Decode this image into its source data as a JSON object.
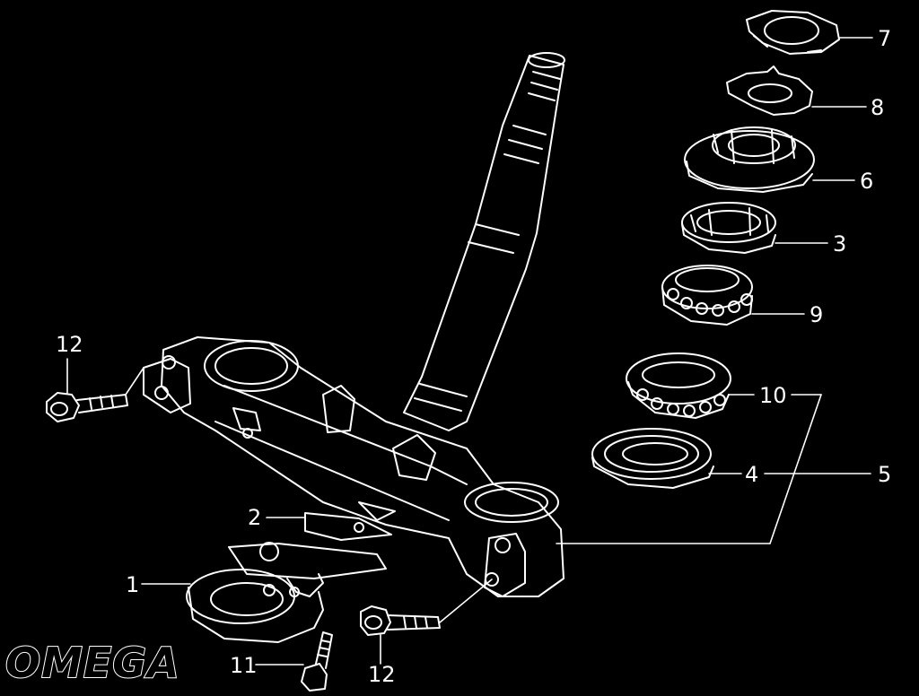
{
  "diagram": {
    "background_color": "#000000",
    "line_color": "#ffffff",
    "callouts": [
      {
        "id": "1",
        "label": "1"
      },
      {
        "id": "2",
        "label": "2"
      },
      {
        "id": "3",
        "label": "3"
      },
      {
        "id": "4",
        "label": "4"
      },
      {
        "id": "5",
        "label": "5"
      },
      {
        "id": "6",
        "label": "6"
      },
      {
        "id": "7",
        "label": "7"
      },
      {
        "id": "8",
        "label": "8"
      },
      {
        "id": "9",
        "label": "9"
      },
      {
        "id": "10",
        "label": "10"
      },
      {
        "id": "11",
        "label": "11"
      },
      {
        "id": "12a",
        "label": "12"
      },
      {
        "id": "12b",
        "label": "12"
      }
    ],
    "logo": "OMEGA"
  }
}
